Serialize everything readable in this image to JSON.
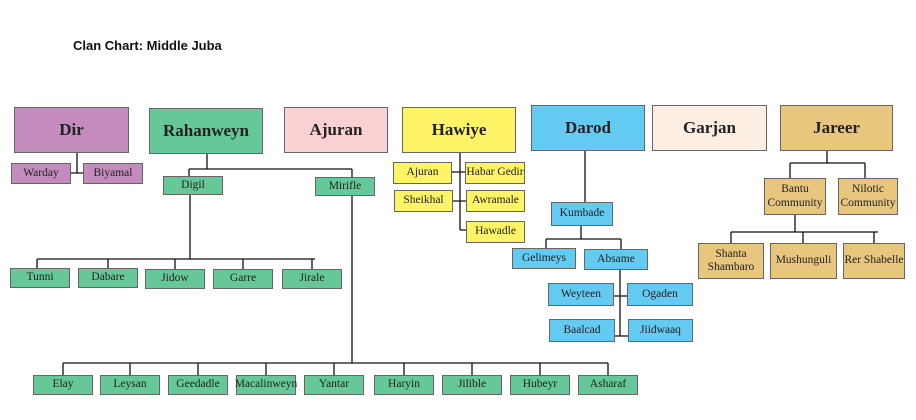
{
  "title": "Clan Chart: Middle Juba",
  "colors": {
    "dir": "#c48cbd",
    "rahanweyn": "#66c898",
    "ajuran": "#f9d1d3",
    "hawiye": "#fff466",
    "darod": "#63caf1",
    "garjan": "#fdeee4",
    "jareer": "#e8c67e"
  },
  "clans": {
    "dir": {
      "label": "Dir",
      "children": [
        "Warday",
        "Biyamal"
      ]
    },
    "rahanweyn": {
      "label": "Rahanweyn",
      "children": [
        "Digil",
        "Mirifle"
      ],
      "digil_children": [
        "Tunni",
        "Dabare",
        "Jidow",
        "Garre",
        "Jirale"
      ],
      "mirifle_children": [
        "Elay",
        "Leysan",
        "Geedadle",
        "Macalinweyn",
        "Yantar",
        "Haryin",
        "Jilible",
        "Hubeyr",
        "Asharaf"
      ]
    },
    "ajuran": {
      "label": "Ajuran"
    },
    "hawiye": {
      "label": "Hawiye",
      "children": [
        "Ajuran",
        "Habar Gedir",
        "Sheikhal",
        "Awramale",
        "Hawadle"
      ]
    },
    "darod": {
      "label": "Darod",
      "children": [
        "Kumbade"
      ],
      "kumbade_children": [
        "Gelimeys",
        "Absame"
      ],
      "absame_children": [
        "Weyteen",
        "Ogaden",
        "Baalcad",
        "Jiidwaaq"
      ]
    },
    "garjan": {
      "label": "Garjan"
    },
    "jareer": {
      "label": "Jareer",
      "children": [
        "Bantu Community",
        "Nilotic Community"
      ],
      "bantu_children": [
        "Shanta Shambaro",
        "Mushunguli",
        "Rer Shabelle"
      ]
    }
  }
}
